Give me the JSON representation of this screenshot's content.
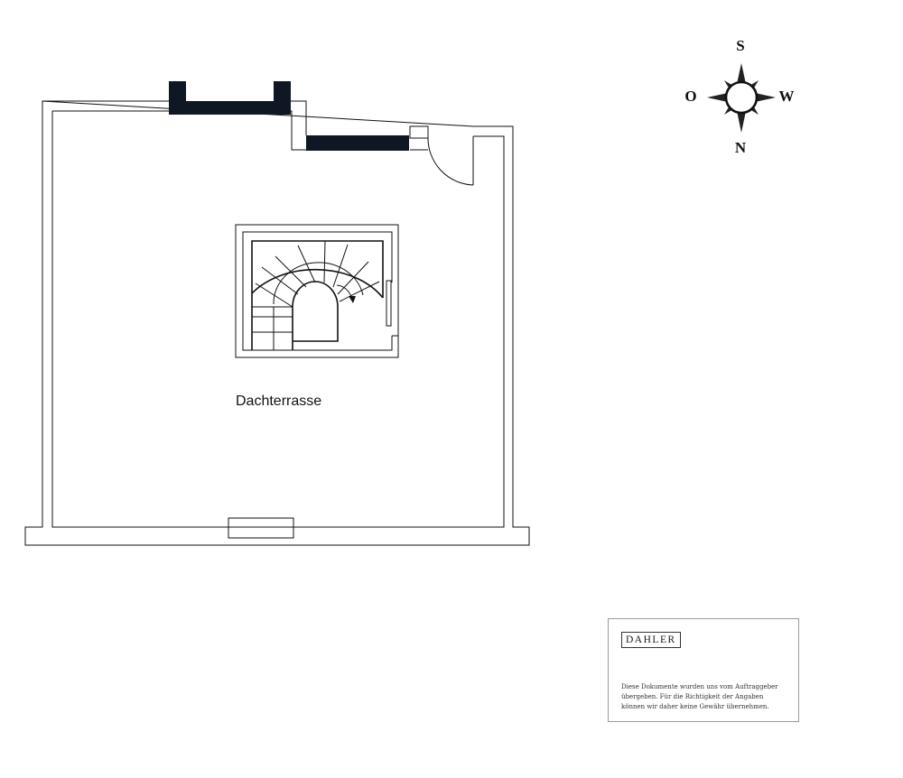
{
  "room": {
    "name": "Dachterrasse"
  },
  "compass": {
    "top": "S",
    "left": "O",
    "right": "W",
    "bottom": "N"
  },
  "info_box": {
    "brand": "DAHLER",
    "disclaimer_lines": [
      "Diese Dokumente wurden uns vom Auftraggeber",
      "übergeben. Für die Richtigkeit der Angaben",
      "können wir daher keine Gewähr übernehmen."
    ]
  },
  "colors": {
    "wall_fill": "#0e1723",
    "line": "#111111",
    "box_border": "#9a9a9a"
  }
}
